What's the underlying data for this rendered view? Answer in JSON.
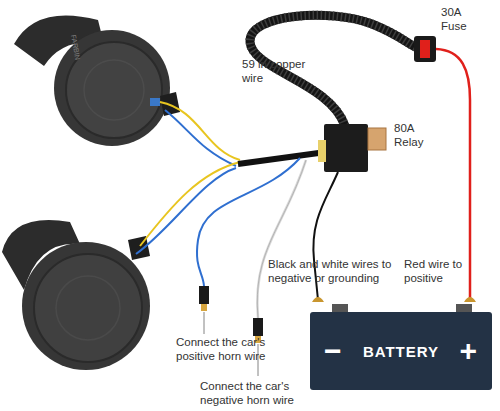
{
  "diagram": {
    "nodes": [
      {
        "text": [
          "−",
          "BATTERY",
          "+"
        ]
      }
    ],
    "labels": [
      "FARBIN",
      "59 in copper wire",
      "30A Fuse",
      "80A Relay",
      "Black and white wires to negative or grounding",
      "Red wire to positive",
      "Connect the car's positive horn wire",
      "Connect the car's negative horn wire"
    ]
  }
}
